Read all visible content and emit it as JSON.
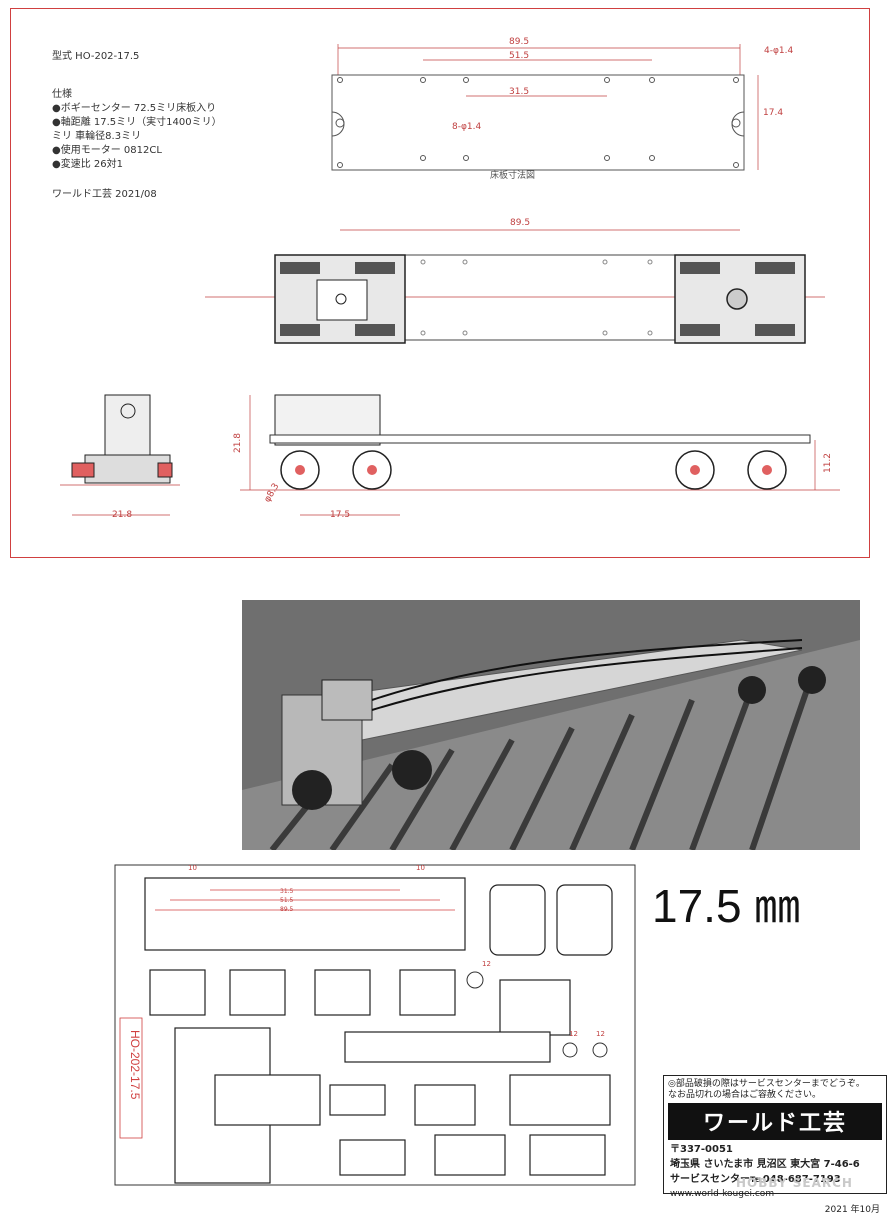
{
  "spec": {
    "model": "型式  HO-202-17.5",
    "heading": "仕様",
    "items": [
      "●ボギーセンター  72.5ミリ床板入り",
      "●軸距離  17.5ミリ（実寸1400ミリ）",
      "ミリ  車輪径8.3ミリ",
      "●使用モーター  0812CL",
      "●変速比  26対1"
    ],
    "maker_date": "ワールド工芸    2021/08"
  },
  "drawing": {
    "plan_overall": "89.5",
    "plan_outer_holes": "51.5",
    "plan_inner_holes": "31.5",
    "plan_height": "17.4",
    "corner_holes": "4-φ1.4",
    "mid_holes": "8-φ1.4",
    "plan_caption": "床板寸法図",
    "top_overall": "89.5",
    "side_height_left": "21.8",
    "side_height_right": "11.2",
    "wheel_diameter": "φ8.3",
    "wheelbase": "17.5",
    "end_width": "21.8"
  },
  "etch": {
    "label": "HO-202-17.5",
    "mini_dims": [
      "31.5",
      "51.5",
      "89.5"
    ],
    "marks": [
      "10",
      "10",
      "12",
      "12",
      "12"
    ]
  },
  "size_label": "17.5 ㎜",
  "maker": {
    "note_line1": "◎部品破損の際はサービスセンターまでどうぞ。",
    "note_line2": "なお品切れの場合はご容赦ください。",
    "logo": "ワールド工芸",
    "postal": "〒337-0051",
    "address": "埼玉県 さいたま市 見沼区 東大宮 7-46-6",
    "service": "サービスセンター℡048-687-7193",
    "url": "www.world-kougei.com",
    "date": "2021 年10月"
  },
  "watermark": "HOBBY SEARCH"
}
